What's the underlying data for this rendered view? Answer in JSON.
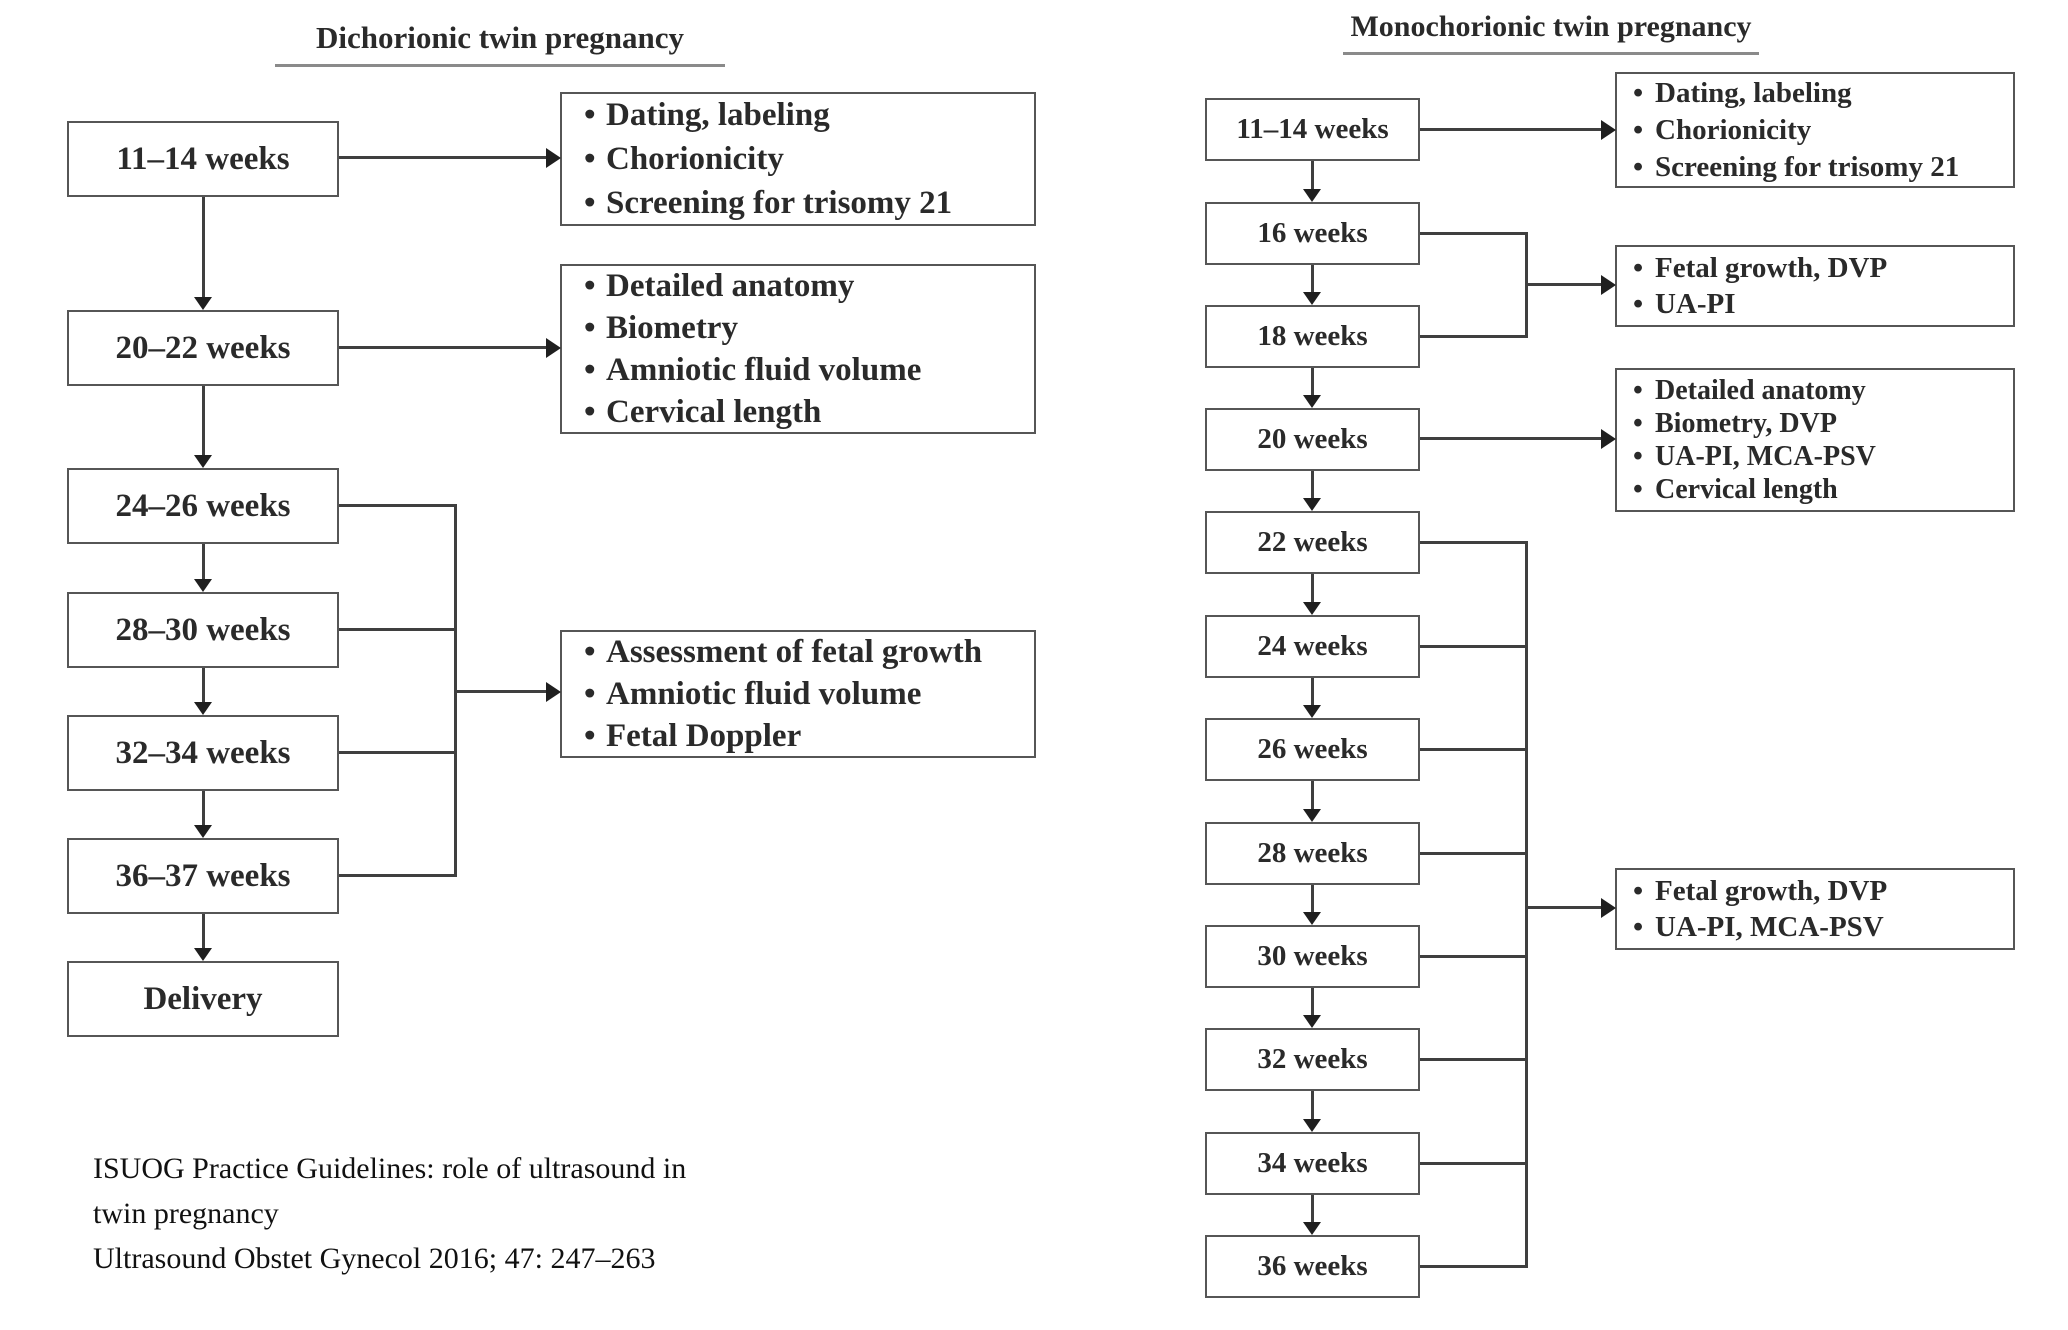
{
  "left_column": {
    "title": "Dichorionic twin pregnancy",
    "week_boxes": [
      "11–14 weeks",
      "20–22 weeks",
      "24–26 weeks",
      "28–30 weeks",
      "32–34 weeks",
      "36–37 weeks",
      "Delivery"
    ],
    "info_boxes": [
      {
        "items": [
          "Dating, labeling",
          "Chorionicity",
          "Screening for trisomy 21"
        ]
      },
      {
        "items": [
          "Detailed anatomy",
          "Biometry",
          "Amniotic fluid volume",
          "Cervical length"
        ]
      },
      {
        "items": [
          "Assessment of fetal growth",
          "Amniotic fluid volume",
          "Fetal Doppler"
        ]
      }
    ]
  },
  "right_column": {
    "title": "Monochorionic twin pregnancy",
    "week_boxes": [
      "11–14 weeks",
      "16 weeks",
      "18 weeks",
      "20 weeks",
      "22 weeks",
      "24 weeks",
      "26 weeks",
      "28 weeks",
      "30 weeks",
      "32 weeks",
      "34 weeks",
      "36 weeks"
    ],
    "info_boxes": [
      {
        "items": [
          "Dating, labeling",
          "Chorionicity",
          "Screening for trisomy 21"
        ]
      },
      {
        "items": [
          "Fetal growth, DVP",
          "UA-PI"
        ]
      },
      {
        "items": [
          "Detailed anatomy",
          "Biometry, DVP",
          "UA-PI, MCA-PSV",
          "Cervical length"
        ]
      },
      {
        "items": [
          "Fetal growth, DVP",
          "UA-PI, MCA-PSV"
        ]
      }
    ]
  },
  "footer": {
    "lines": [
      "ISUOG Practice Guidelines: role of ultrasound in",
      "twin pregnancy",
      "Ultrasound Obstet Gynecol 2016; 47: 247–263"
    ]
  },
  "colors": {
    "background": "#ffffff",
    "text": "#1f1f1f",
    "box_border": "#565656",
    "connector_line": "#3f3f3f",
    "title_underline": "#8a8a8a"
  }
}
